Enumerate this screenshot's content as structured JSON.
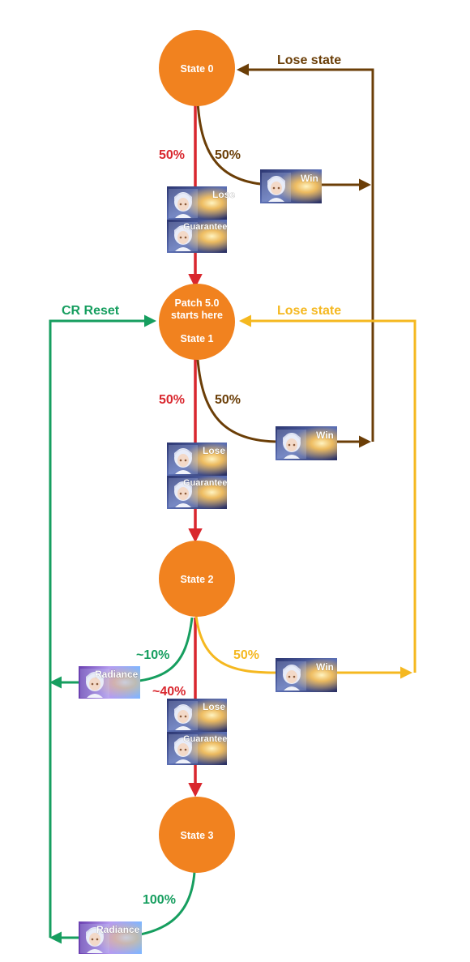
{
  "colors": {
    "state_fill": "#f1821f",
    "red": "#d9272e",
    "brown": "#6b3e07",
    "green": "#169e5f",
    "yellow": "#f5b820",
    "card_blue": "#3b4f8f",
    "card_glow": "#ffd56b"
  },
  "states": {
    "s0": {
      "label": "State 0"
    },
    "s1": {
      "label_line1": "Patch 5.0",
      "label_line2": "starts here",
      "label": "State 1"
    },
    "s2": {
      "label": "State 2"
    },
    "s3": {
      "label": "State 3"
    }
  },
  "percents": {
    "s0_lose": "50%",
    "s0_win": "50%",
    "s1_lose": "50%",
    "s1_win": "50%",
    "s2_radiance": "~10%",
    "s2_win": "50%",
    "s2_lose": "~40%",
    "s3_radiance": "100%"
  },
  "edge_labels": {
    "lose_state_top": "Lose state",
    "lose_state_mid": "Lose state",
    "cr_reset": "CR Reset"
  },
  "cards": {
    "win_1": "Win",
    "win_2": "Win",
    "win_3": "Win",
    "lose_1": "Lose",
    "guarantee_1": "Guarantee",
    "lose_2": "Lose",
    "guarantee_2": "Guarantee",
    "lose_3": "Lose",
    "guarantee_3": "Guarantee",
    "radiance_1": "Radiance",
    "radiance_2": "Radiance"
  },
  "icons": [
    "character-portrait-icon"
  ]
}
